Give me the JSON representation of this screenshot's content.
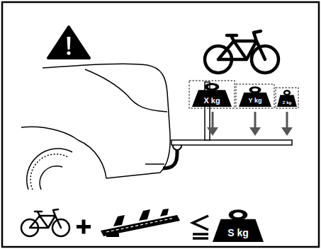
{
  "diagram": {
    "nodes": [
      {
        "text": [
          "X kg"
        ]
      },
      {
        "text": [
          "Y kg"
        ]
      },
      {
        "text": [
          "Z kg"
        ]
      },
      {
        "text": [
          "S kg"
        ]
      }
    ]
  }
}
